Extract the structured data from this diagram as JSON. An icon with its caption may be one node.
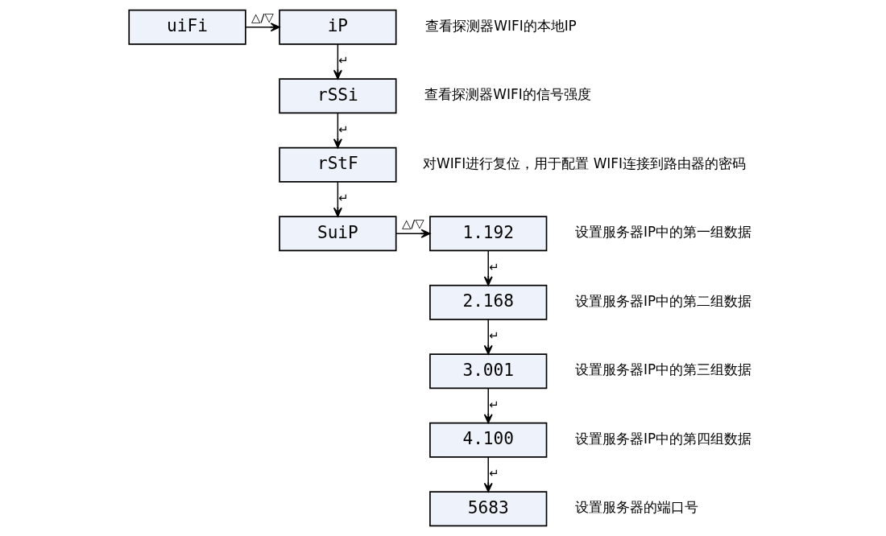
{
  "diagram": {
    "nodes": [
      {
        "text": [
          "uiFi"
        ]
      },
      {
        "text": [
          "iP"
        ],
        "beside": [
          "查看探测器WIFI的本地IP"
        ]
      },
      {
        "text": [
          "rSSi"
        ],
        "beside": [
          "查看探测器WIFI的信号强度"
        ]
      },
      {
        "text": [
          "rStF"
        ],
        "beside": [
          "对WIFI进行复位，用于配置 WIFI连接到路由器的密码"
        ]
      },
      {
        "text": [
          "SuiP"
        ]
      },
      {
        "text": [
          "1.192"
        ],
        "beside": [
          "设置服务器IP中的第一组数据"
        ]
      },
      {
        "text": [
          "2.168"
        ],
        "beside": [
          "设置服务器IP中的第二组数据"
        ]
      },
      {
        "text": [
          "3.001"
        ],
        "beside": [
          "设置服务器IP中的第三组数据"
        ]
      },
      {
        "text": [
          "4.100"
        ],
        "beside": [
          "设置服务器IP中的第四组数据"
        ]
      },
      {
        "text": [
          "5683"
        ],
        "beside": [
          "设置服务器的端口号"
        ]
      }
    ],
    "edges": [
      {
        "from": 0,
        "to": 1,
        "arrow": "to",
        "label": "△/▽"
      },
      {
        "from": 1,
        "to": 2,
        "arrow": "to",
        "label": "↵"
      },
      {
        "from": 2,
        "to": 3,
        "arrow": "to",
        "label": "↵"
      },
      {
        "from": 3,
        "to": 4,
        "arrow": "to",
        "label": "↵"
      },
      {
        "from": 4,
        "to": 5,
        "arrow": "to",
        "label": "△/▽"
      },
      {
        "from": 5,
        "to": 6,
        "arrow": "to",
        "label": "↵"
      },
      {
        "from": 6,
        "to": 7,
        "arrow": "to",
        "label": "↵"
      },
      {
        "from": 7,
        "to": 8,
        "arrow": "to",
        "label": "↵"
      },
      {
        "from": 8,
        "to": 9,
        "arrow": "to",
        "label": "↵"
      }
    ]
  }
}
